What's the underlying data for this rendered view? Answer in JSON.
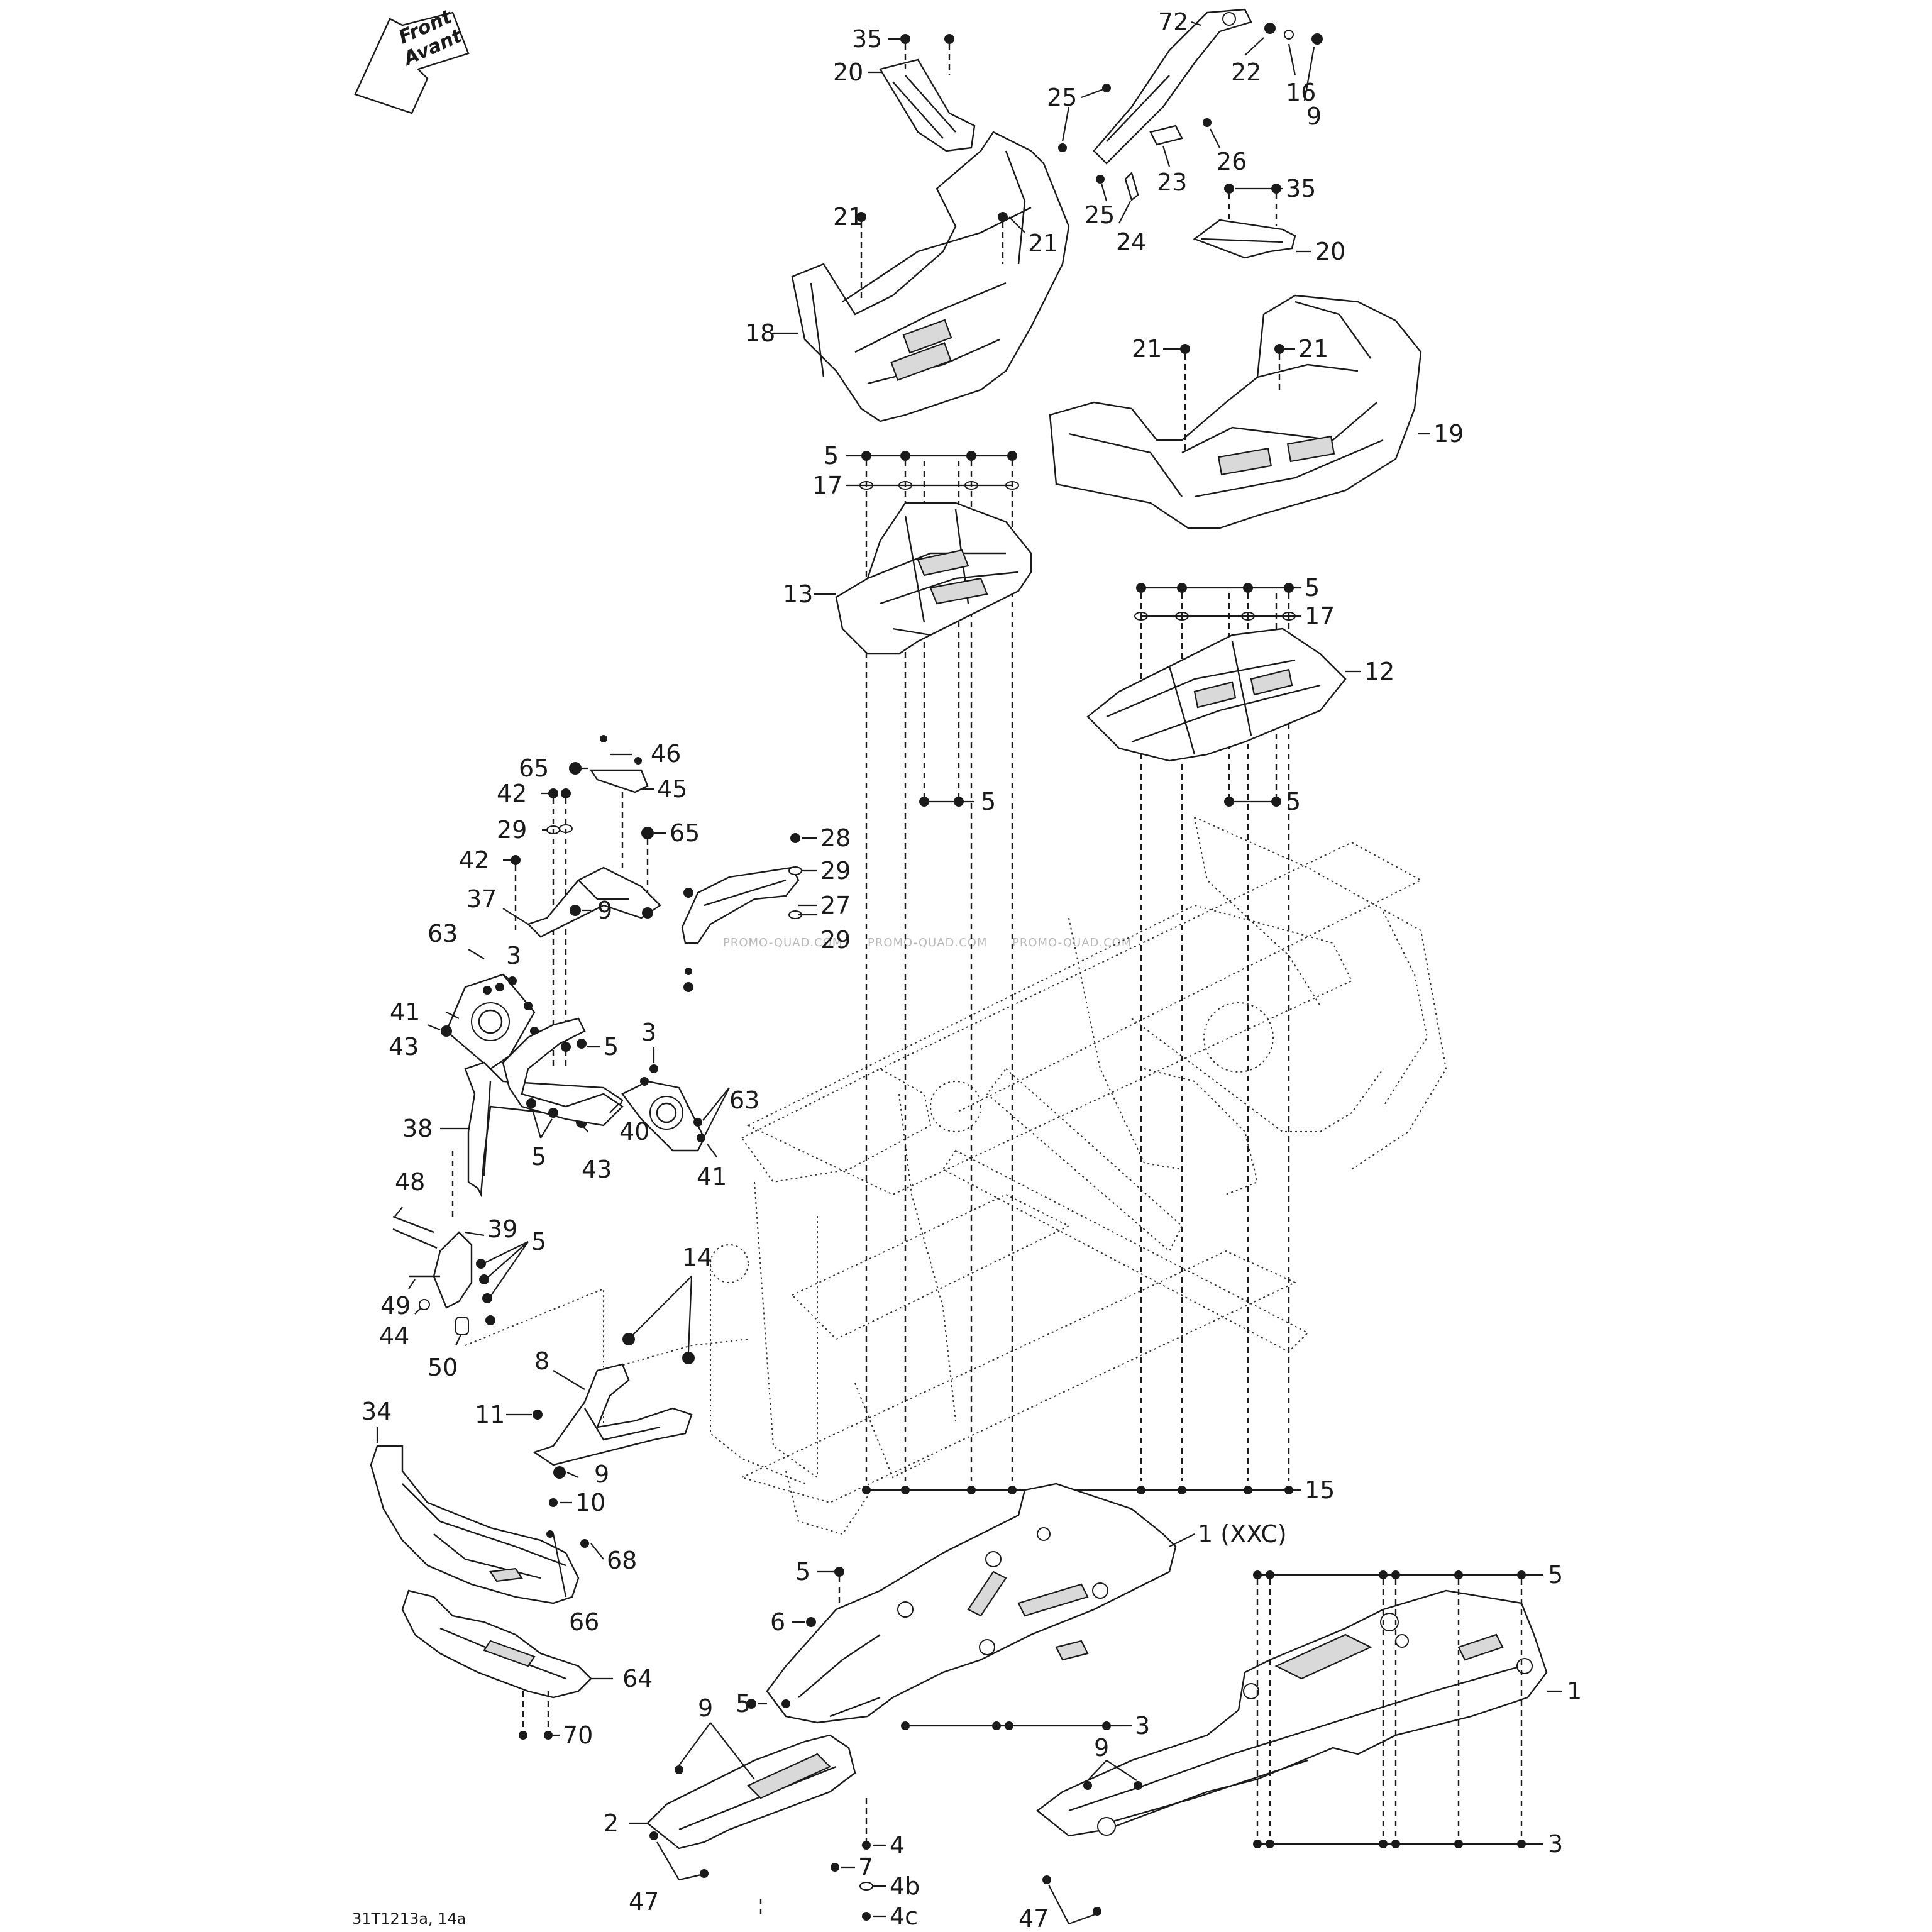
{
  "drawing_code": "31T1213a, 14a",
  "front_arrow": {
    "line1": "Front",
    "line2": "Avant"
  },
  "watermark": "PROMO-QUAD.COM",
  "parts": {
    "p1": "1",
    "p1xxc": "1 (XXC)",
    "p2": "2",
    "p3": "3",
    "p4": "4",
    "p4b": "4b",
    "p4c": "4c",
    "p5": "5",
    "p6": "6",
    "p7": "7",
    "p8": "8",
    "p9": "9",
    "p10": "10",
    "p11": "11",
    "p12": "12",
    "p13": "13",
    "p14": "14",
    "p15": "15",
    "p16": "16",
    "p17": "17",
    "p18": "18",
    "p19": "19",
    "p20": "20",
    "p21": "21",
    "p22": "22",
    "p23": "23",
    "p24": "24",
    "p25": "25",
    "p26": "26",
    "p27": "27",
    "p28": "28",
    "p29": "29",
    "p34": "34",
    "p35": "35",
    "p37": "37",
    "p38": "38",
    "p39": "39",
    "p40": "40",
    "p41": "41",
    "p42": "42",
    "p43": "43",
    "p44": "44",
    "p45": "45",
    "p46": "46",
    "p47": "47",
    "p48": "48",
    "p49": "49",
    "p50": "50",
    "p63": "63",
    "p64": "64",
    "p65": "65",
    "p66": "66",
    "p68": "68",
    "p70": "70",
    "p72": "72"
  }
}
